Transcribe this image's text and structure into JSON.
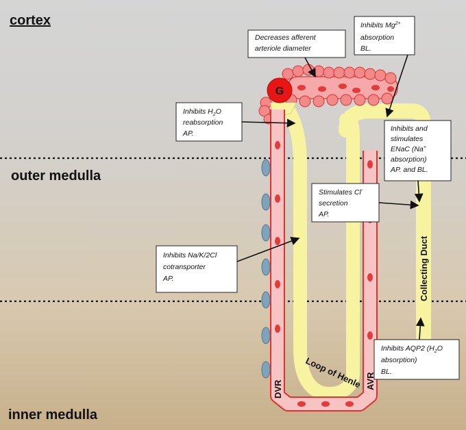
{
  "zones": {
    "cortex": "cortex",
    "outer_medulla": "outer medulla",
    "inner_medulla": "inner medulla"
  },
  "structures": {
    "glomerulus": "G",
    "dvr": "DVR",
    "avr": "AVR",
    "loop_of_henle": "Loop of Henle",
    "collecting_duct": "Collecting Duct"
  },
  "annotations": {
    "afferent": "Decreases afferent arteriole diameter",
    "mg": "Inhibits Mg2+ absorption BL.",
    "h2o": "Inhibits H2O reabsorption AP.",
    "enac": "Inhibits and stimulates ENaC (Na+ absorption) AP. and BL.",
    "cl": "Stimulates Cl- secretion AP.",
    "nkcc": "Inhibits Na/K/2Cl cotransporter AP.",
    "aqp2": "Inhibits AQP2 (H2O absorption) BL."
  },
  "colors": {
    "tubule": "#f7f3a0",
    "vessel": "#f7c3c3",
    "vessel_dark": "#e23b3b",
    "glomerulus": "#e81515",
    "pericyte": "#7fa3b8"
  }
}
